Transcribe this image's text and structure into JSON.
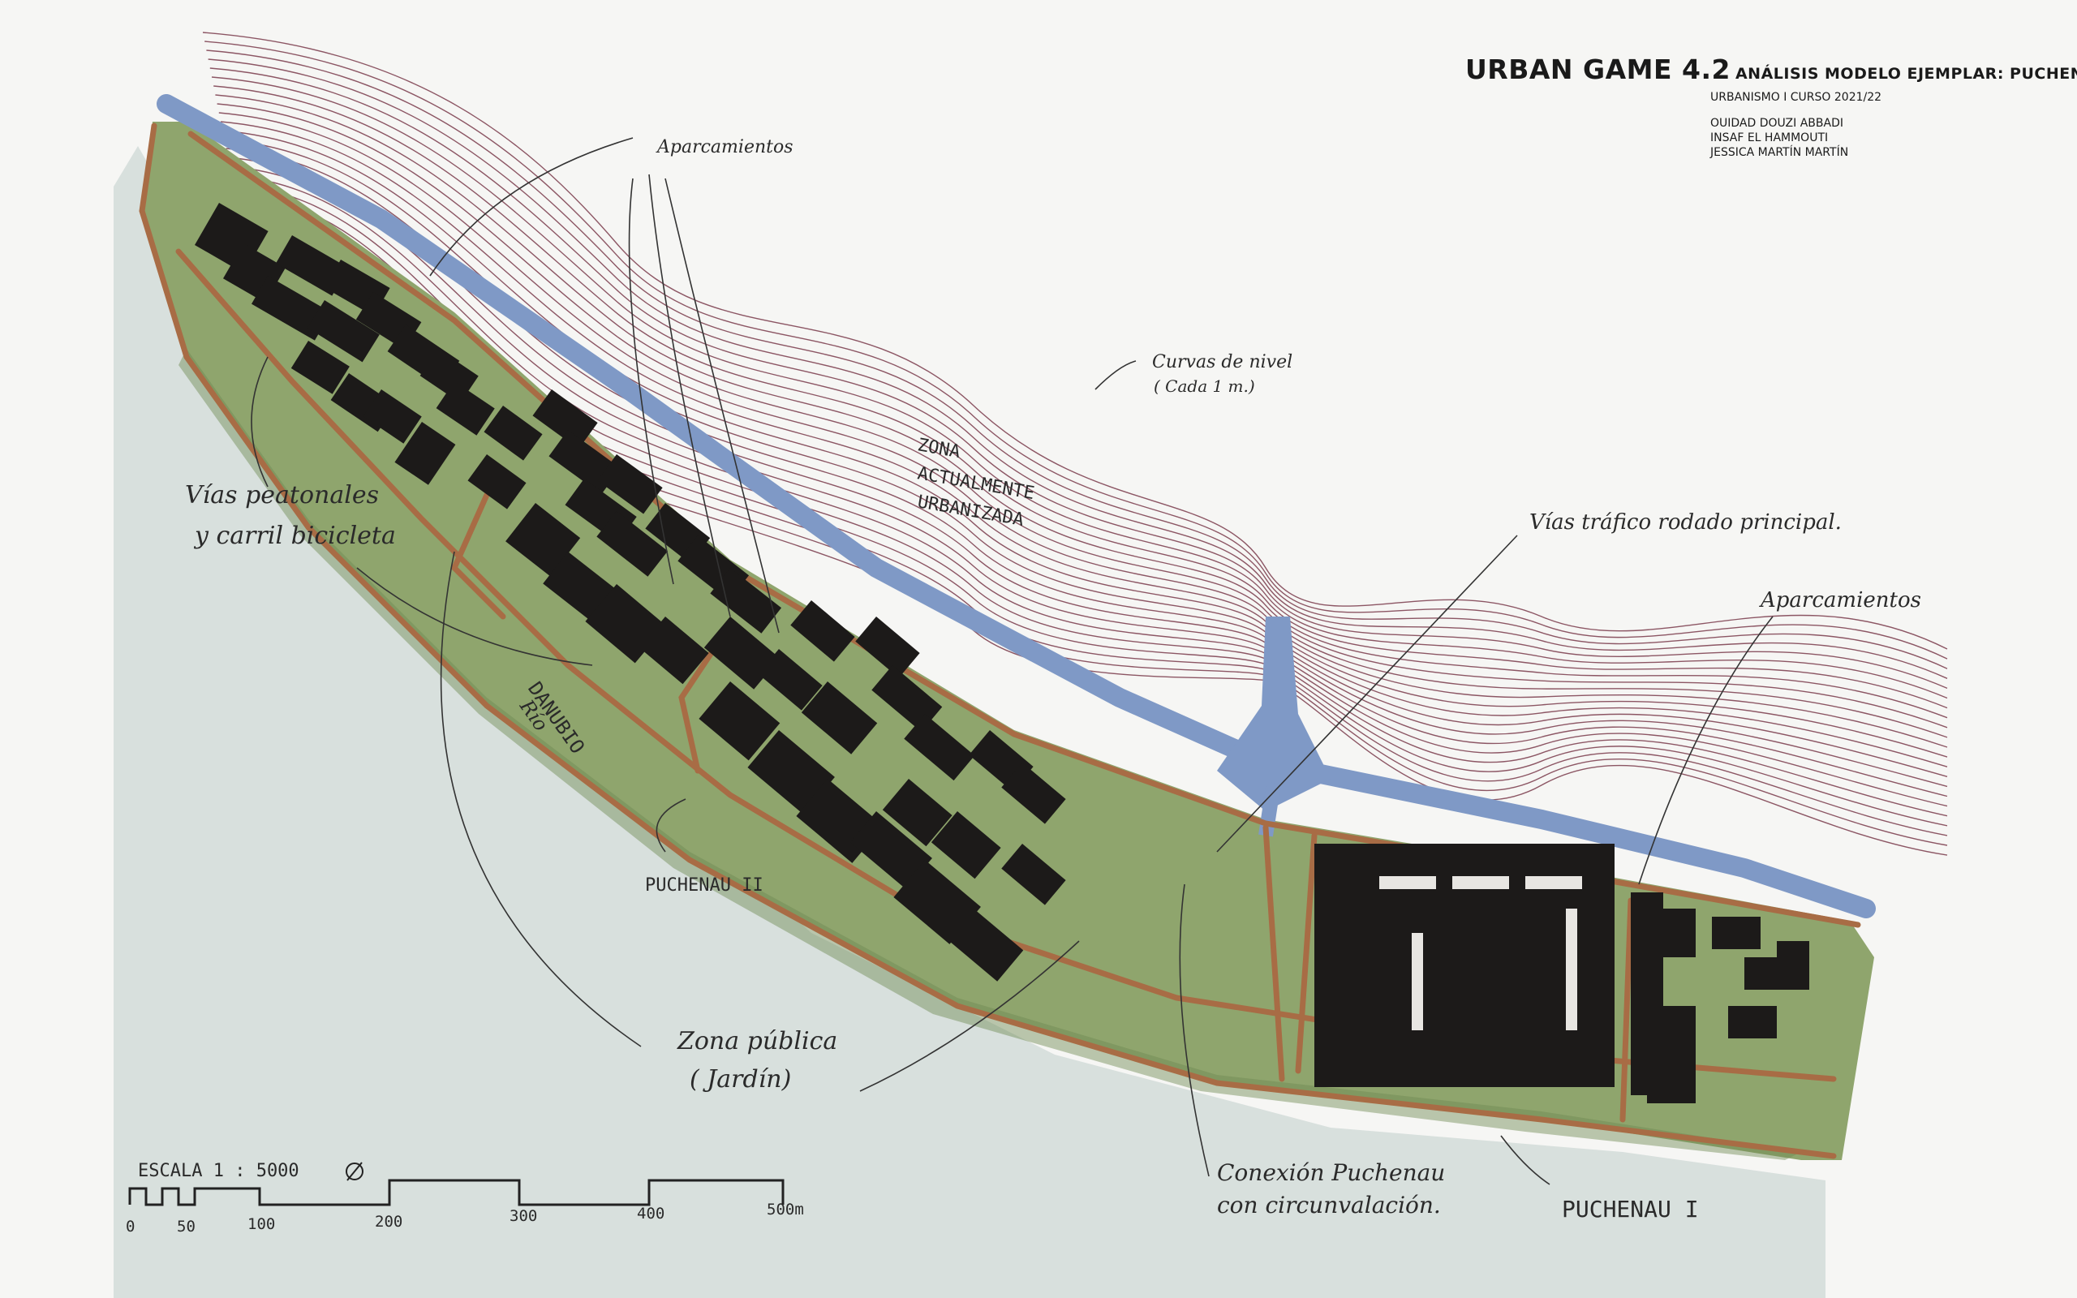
{
  "header": {
    "title": "URBAN GAME 4.2",
    "subtitle": "ANÁLISIS MODELO EJEMPLAR: PUCHENAU",
    "course": "URBANISMO  I CURSO 2021/22",
    "authors": [
      "OUIDAD DOUZI ABBADI",
      "INSAF EL HAMMOUTI",
      "JESSICA MARTÍN MARTÍN"
    ]
  },
  "annotations": {
    "aparcamientos_top": "Aparcamientos",
    "curvas_1": "Curvas de nivel",
    "curvas_2": "( Cada  1  m.)",
    "zona_1": "ZONA",
    "zona_2": "ACTUALMENTE",
    "zona_3": "URBANIZADA",
    "vias_trafico": "Vías tráfico rodado principal.",
    "aparcamientos_right": "Aparcamientos",
    "vias_peatonales_1": "Vías peatonales",
    "vias_peatonales_2": "y carril bicicleta",
    "rio_1": "Río",
    "rio_2": "DANUBIO",
    "puchenau_2": "PUCHENAU II",
    "zona_publica_1": "Zona pública",
    "zona_publica_2": "( Jardín)",
    "conexion_1": "Conexión Puchenau",
    "conexion_2": "con circunvalación.",
    "puchenau_1": "PUCHENAU I"
  },
  "scale": {
    "label": "ESCALA 1 : 5000",
    "ticks": [
      "0",
      "50",
      "100",
      "200",
      "300",
      "400",
      "500m"
    ]
  },
  "colors": {
    "paper": "#f6f6f4",
    "river": "#cdd8d6",
    "green": "#8fa56d",
    "path": "#a86c45",
    "road": "#7f99c6",
    "building": "#1c1a19",
    "contour": "#7a3b4b"
  }
}
